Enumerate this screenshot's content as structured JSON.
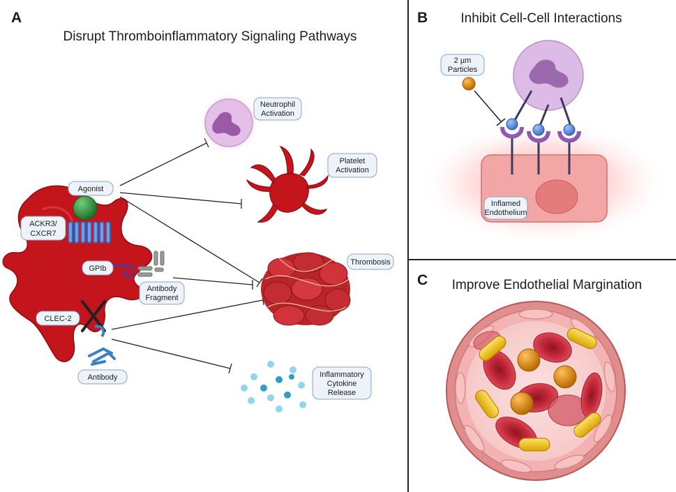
{
  "panels": {
    "a": {
      "letter": "A",
      "title": "Disrupt Thromboinflammatory Signaling Pathways",
      "labels": {
        "agonist": "Agonist",
        "receptor_line1": "ACKR3/",
        "receptor_line2": "CXCR7",
        "gpib": "GPIb",
        "fragment_line1": "Antibody",
        "fragment_line2": "Fragment",
        "clec2": "CLEC-2",
        "antibody": "Antibody",
        "neutrophil_line1": "Neutrophil",
        "neutrophil_line2": "Activation",
        "platelet_line1": "Platelet",
        "platelet_line2": "Activation",
        "thrombosis": "Thrombosis",
        "cytokine_line1": "Inflammatory",
        "cytokine_line2": "Cytokine",
        "cytokine_line3": "Release"
      }
    },
    "b": {
      "letter": "B",
      "title": "Inhibit Cell-Cell Interactions",
      "labels": {
        "particles_line1": "2 µm",
        "particles_line2": "Particles",
        "endothelium_line1": "Inflamed",
        "endothelium_line2": "Endothelium"
      }
    },
    "c": {
      "letter": "C",
      "title": "Improve Endothelial Margination"
    }
  },
  "colors": {
    "platelet": "#c4141c",
    "platelet_dark": "#8e0d12",
    "neutrophil": "#d9b0e0",
    "agonist": "#2f8f3a",
    "receptor": "#5b7ccc",
    "antibody": "#3d7fc4",
    "particle": "#e08a10",
    "rbc": "#c62a3a",
    "vessel_wall": "#e9a2a2",
    "inhibitor_line": "#222222",
    "label_border": "#8aa3c2"
  }
}
